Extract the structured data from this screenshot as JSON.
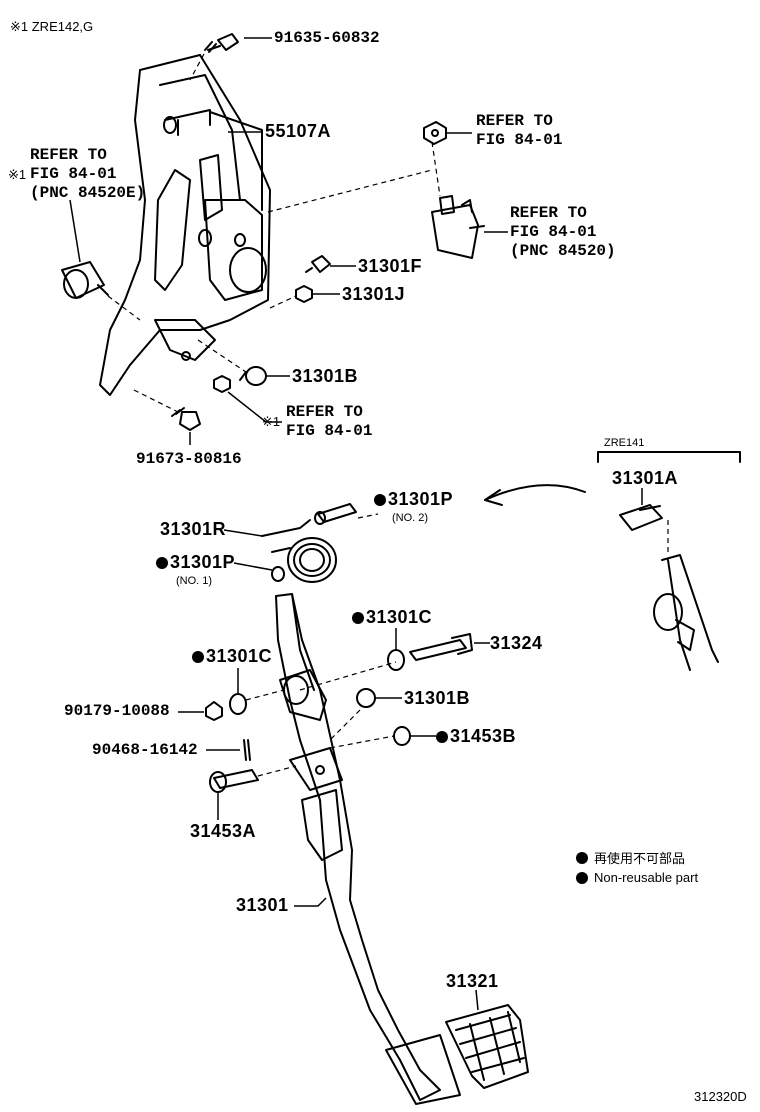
{
  "header": {
    "note": "※1 ZRE142,G"
  },
  "group_label": "ZRE141",
  "labels": {
    "p_91635": "91635-60832",
    "p_55107A": "55107A",
    "ref_left_1": "REFER TO",
    "ref_left_2": "FIG 84-01",
    "ref_left_3": "(PNC 84520E)",
    "ref_left_mark": "※1",
    "ref_top_1": "REFER TO",
    "ref_top_2": "FIG 84-01",
    "ref_right_1": "REFER TO",
    "ref_right_2": "FIG 84-01",
    "ref_right_3": "(PNC 84520)",
    "p_31301F": "31301F",
    "p_31301J": "31301J",
    "p_31301B_top": "31301B",
    "ref_bottom_mark": "※1",
    "ref_bottom_1": "REFER TO",
    "ref_bottom_2": "FIG 84-01",
    "p_91673": "91673-80816",
    "p_31301A": "31301A",
    "p_31301P_2": "31301P",
    "p_31301P_2_note": "(NO. 2)",
    "p_31301R": "31301R",
    "p_31301P_1": "31301P",
    "p_31301P_1_note": "(NO. 1)",
    "p_31301C_right": "31301C",
    "p_31324": "31324",
    "p_31301C_left": "31301C",
    "p_90179": "90179-10088",
    "p_31301B_mid": "31301B",
    "p_90468": "90468-16142",
    "p_31453B": "31453B",
    "p_31453A": "31453A",
    "p_31301": "31301",
    "p_31321": "31321"
  },
  "legend": {
    "jp": "再使用不可部品",
    "en": "Non-reusable part"
  },
  "figure_code": "312320D"
}
